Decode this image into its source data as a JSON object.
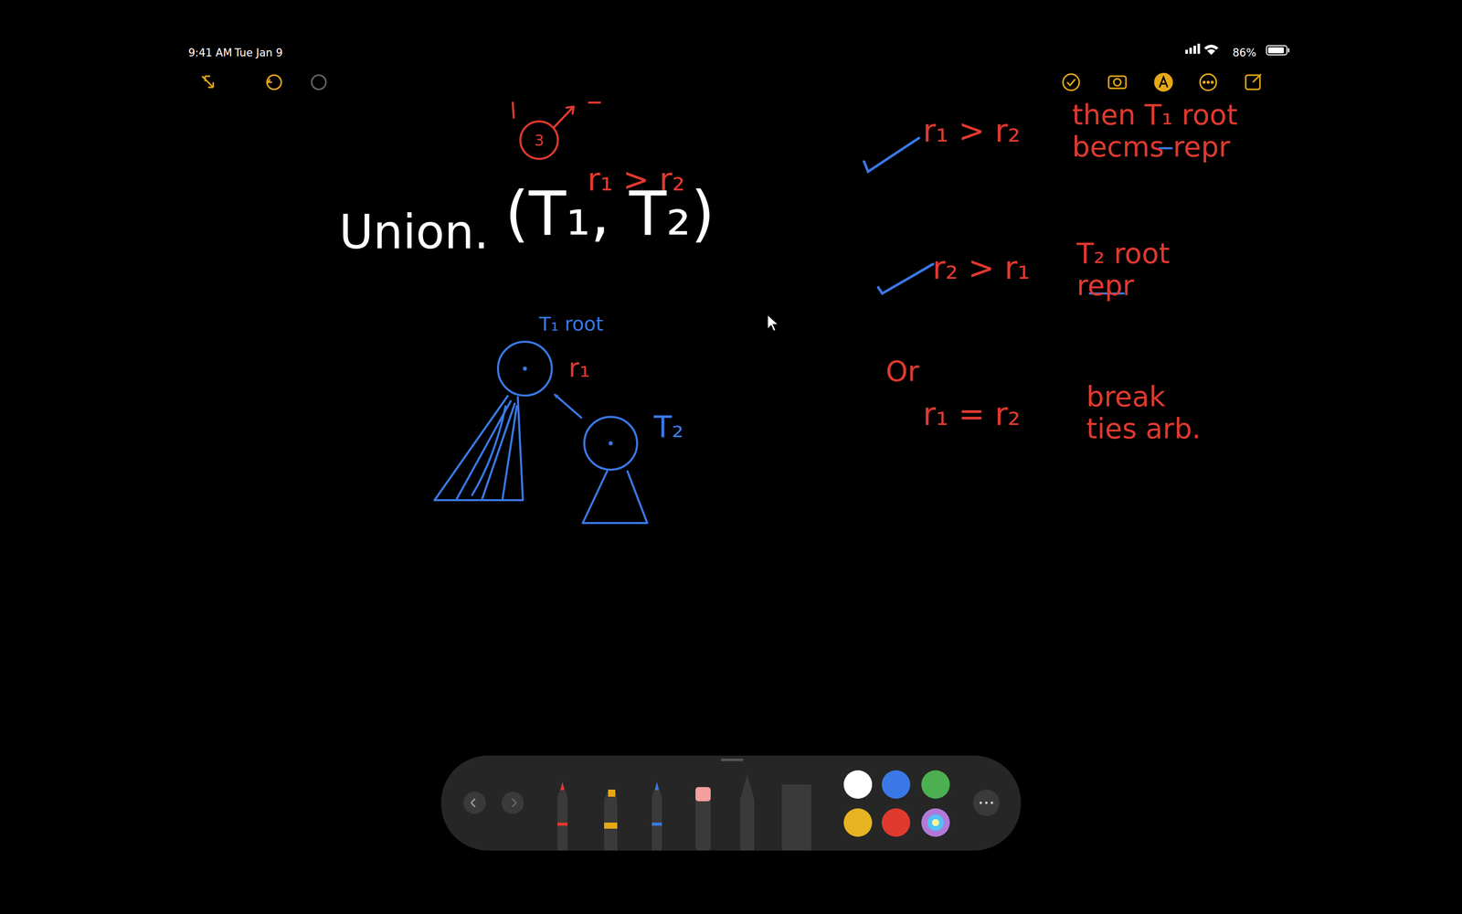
{
  "diagram": {
    "nodes": [
      {
        "text": [
          "3"
        ]
      },
      {
        "text": [
          "T₁ root",
          "r₁"
        ]
      },
      {
        "text": [
          "T₂"
        ]
      }
    ],
    "edges": [
      {
        "from": 2,
        "to": 1,
        "arrow": "to"
      }
    ],
    "labels": [
      "9:41 AM",
      "Tue Jan 9",
      "86%",
      "r₁ > r₂",
      "Union.",
      "(T₁, T₂)",
      "r₁ > r₂",
      "then T₁ root becms repr",
      "r₂ > r₁",
      "T₂ root repr",
      "Or",
      "r₁ = r₂",
      "break ties arb."
    ]
  }
}
